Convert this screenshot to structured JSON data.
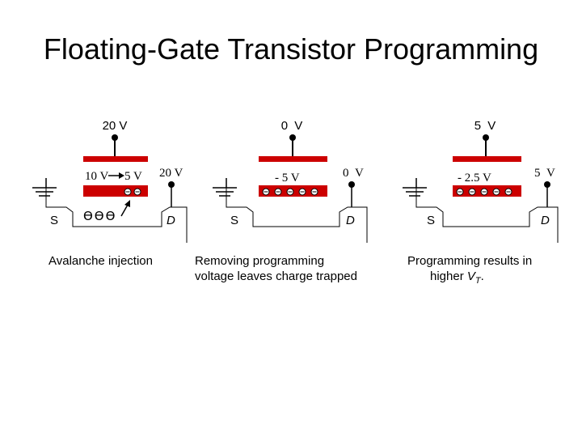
{
  "title": "Floating-Gate Transistor Programming",
  "colors": {
    "gate": "#cc0000",
    "line": "#000000",
    "background": "#ffffff"
  },
  "panels": [
    {
      "gate_voltage": "20 V",
      "floating_gate_voltage": "10 V",
      "floating_gate_voltage_after": "5 V",
      "drain_voltage": "20 V",
      "source_label": "S",
      "drain_label": "D",
      "electron_symbols": "ӨӨӨ",
      "caption": "Avalanche injection"
    },
    {
      "gate_voltage": "0 V",
      "floating_gate_voltage": "- 5 V",
      "drain_voltage": "0 V",
      "source_label": "S",
      "drain_label": "D",
      "caption_lines": [
        "Removing programming",
        "voltage leaves charge trapped"
      ]
    },
    {
      "gate_voltage": "5 V",
      "floating_gate_voltage": "- 2.5 V",
      "drain_voltage": "5 V",
      "source_label": "S",
      "drain_label": "D",
      "caption_lines": [
        "Programming results in",
        "higher "
      ],
      "caption_symbol": "V",
      "caption_subscript": "T",
      "caption_end": "."
    }
  ]
}
